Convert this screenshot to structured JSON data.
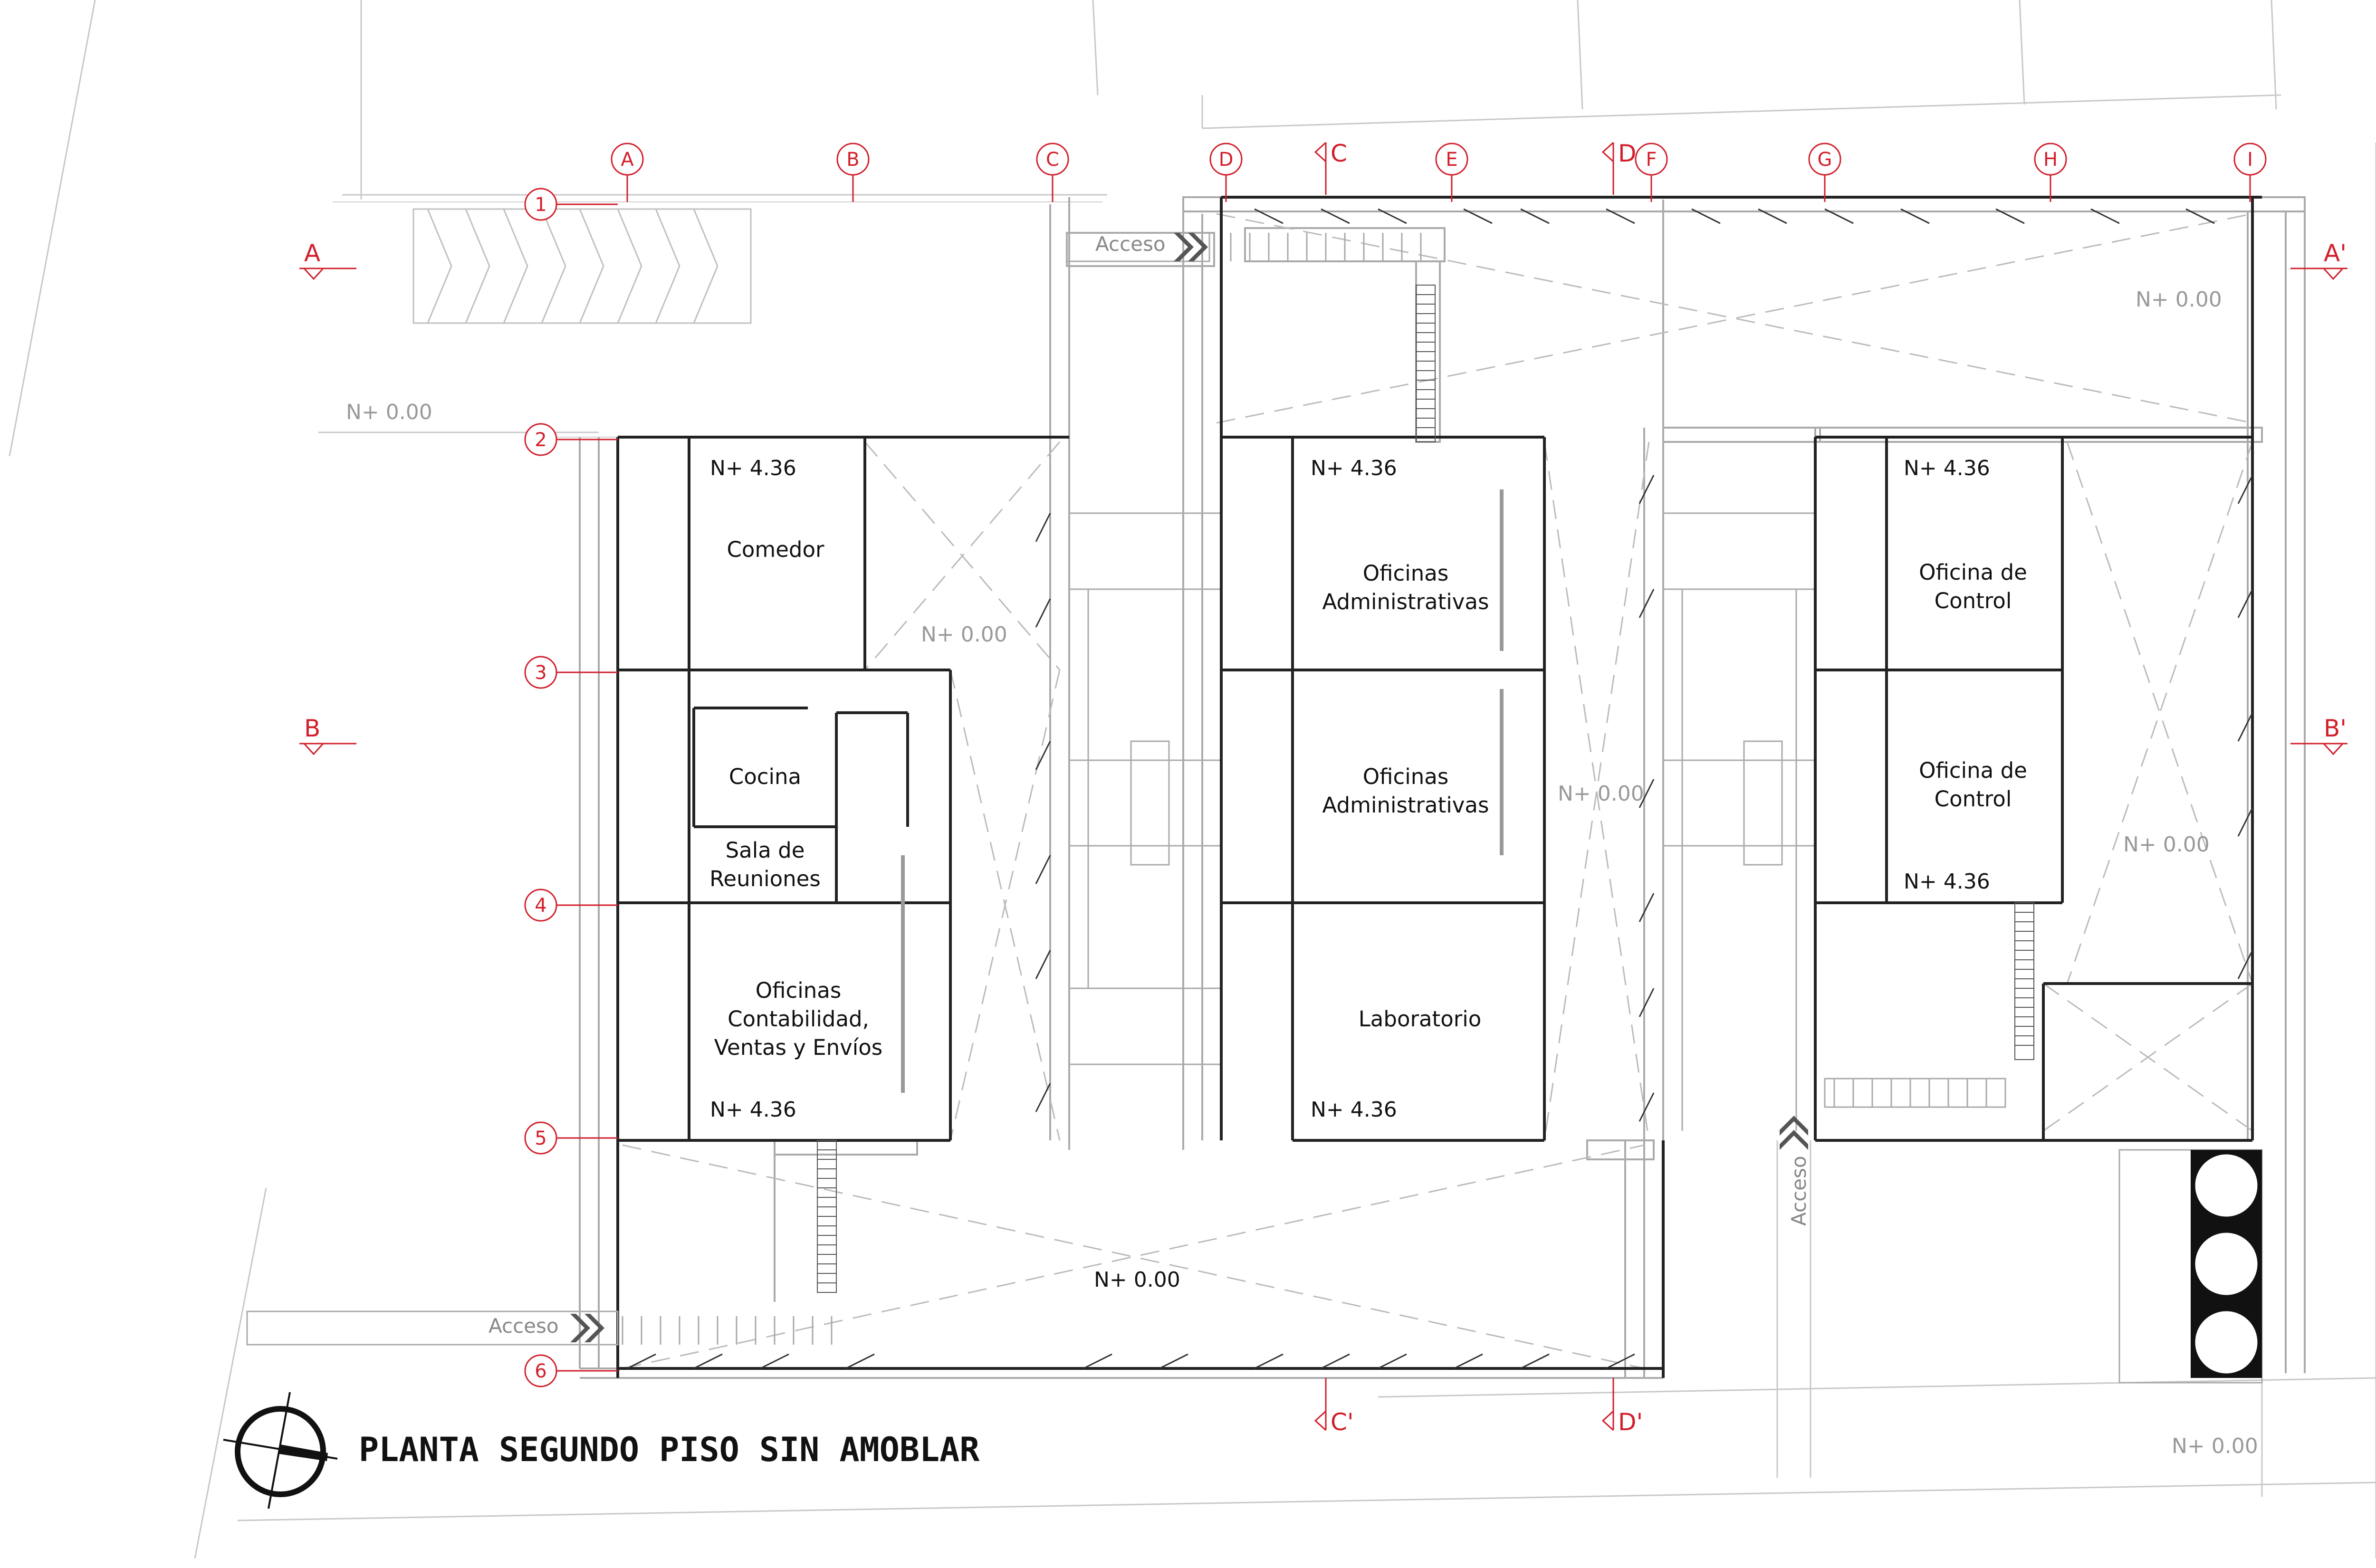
{
  "title": "PLANTA SEGUNDO PISO SIN AMOBLAR",
  "grid_columns": [
    "A",
    "B",
    "C",
    "D",
    "E",
    "F",
    "G",
    "H",
    "I"
  ],
  "grid_rows": [
    "1",
    "2",
    "3",
    "4",
    "5",
    "6"
  ],
  "section_marks": {
    "a": "A",
    "a2": "A'",
    "b": "B",
    "b2": "B'",
    "c": "C",
    "c2": "C'",
    "d": "D",
    "d2": "D'"
  },
  "access_label": "Acceso",
  "levels": {
    "ground": "N+ 0.00",
    "upper": "N+ 4.36"
  },
  "rooms": {
    "comedor": "Comedor",
    "cocina": "Cocina",
    "sala": [
      "Sala de",
      "Reuniones"
    ],
    "contabilidad": [
      "Oficinas",
      "Contabilidad,",
      "Ventas y Envíos"
    ],
    "admin1": [
      "Oficinas",
      "Administrativas"
    ],
    "admin2": [
      "Oficinas",
      "Administrativas"
    ],
    "laboratorio": "Laboratorio",
    "control1": [
      "Oficina de",
      "Control"
    ],
    "control2": [
      "Oficina de",
      "Control"
    ]
  }
}
